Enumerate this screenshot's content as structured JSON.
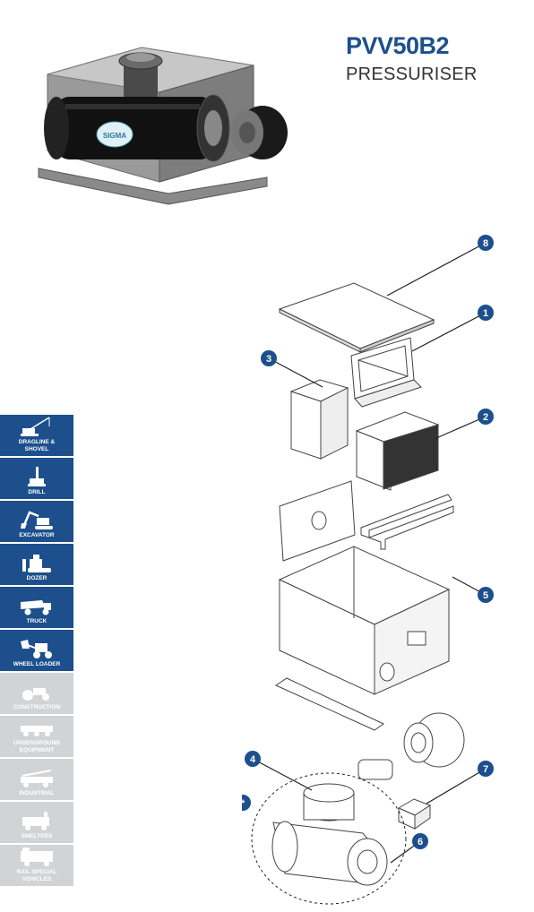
{
  "header": {
    "title": "PVV50B2",
    "subtitle": "PRESSURISER"
  },
  "photo": {
    "logo_text": "SIGMA"
  },
  "colors": {
    "brand_blue": "#1c4f8c",
    "inactive_grey": "#d2d3d5"
  },
  "sidebar": {
    "items": [
      {
        "label": "DRAGLINE &\nSHOVEL",
        "icon": "dragline-icon",
        "active": true
      },
      {
        "label": "DRILL",
        "icon": "drill-icon",
        "active": true
      },
      {
        "label": "EXCAVATOR",
        "icon": "excavator-icon",
        "active": true
      },
      {
        "label": "DOZER",
        "icon": "dozer-icon",
        "active": true
      },
      {
        "label": "TRUCK",
        "icon": "truck-icon",
        "active": true
      },
      {
        "label": "WHEEL LOADER",
        "icon": "wheel-loader-icon",
        "active": true
      },
      {
        "label": "CONSTRUCTION",
        "icon": "roller-icon",
        "active": false
      },
      {
        "label": "UNDERGROUND\nEQUIPMENT",
        "icon": "underground-icon",
        "active": false
      },
      {
        "label": "INDUSTRIAL",
        "icon": "crane-truck-icon",
        "active": false
      },
      {
        "label": "SMELTERS",
        "icon": "smelter-icon",
        "active": false
      },
      {
        "label": "RAIL SPECIAL\nVEHICLES",
        "icon": "rail-icon",
        "active": false
      }
    ]
  },
  "diagram": {
    "callouts": [
      "8",
      "1",
      "3",
      "2",
      "5",
      "4",
      "7",
      "6",
      "*"
    ]
  }
}
